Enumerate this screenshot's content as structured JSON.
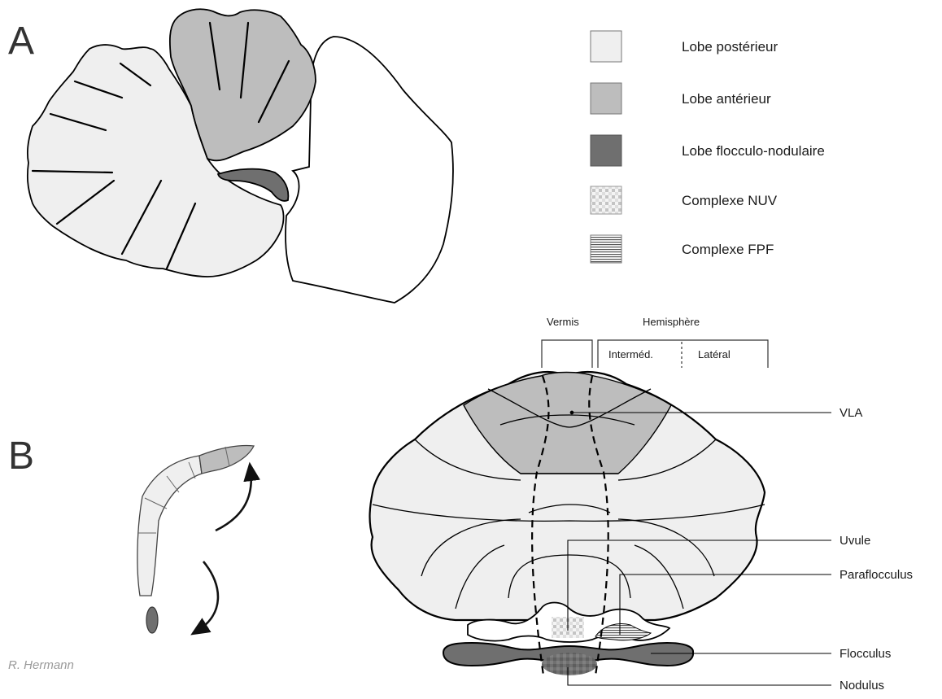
{
  "panels": {
    "a": "A",
    "b": "B"
  },
  "legend": [
    {
      "label": "Lobe postérieur",
      "swatch": "posterior"
    },
    {
      "label": "Lobe antérieur",
      "swatch": "anterior"
    },
    {
      "label": "Lobe flocculo-nodulaire",
      "swatch": "flocculonodular"
    },
    {
      "label": "Complexe NUV",
      "swatch": "nuv-pattern"
    },
    {
      "label": "Complexe FPF",
      "swatch": "fpf-pattern"
    }
  ],
  "zones": {
    "vermis": "Vermis",
    "hemisphere": "Hemisphère",
    "intermediate": "Interméd.",
    "lateral": "Latéral"
  },
  "callouts": {
    "vla": "VLA",
    "uvula": "Uvule",
    "paraflocculus": "Paraflocculus",
    "flocculus": "Flocculus",
    "nodulus": "Nodulus"
  },
  "credit": "R. Hermann",
  "colors": {
    "posterior": "#f0f0f0",
    "anterior": "#bdbdbd",
    "flocculonodular": "#6f6f6f",
    "outline": "#000000"
  }
}
